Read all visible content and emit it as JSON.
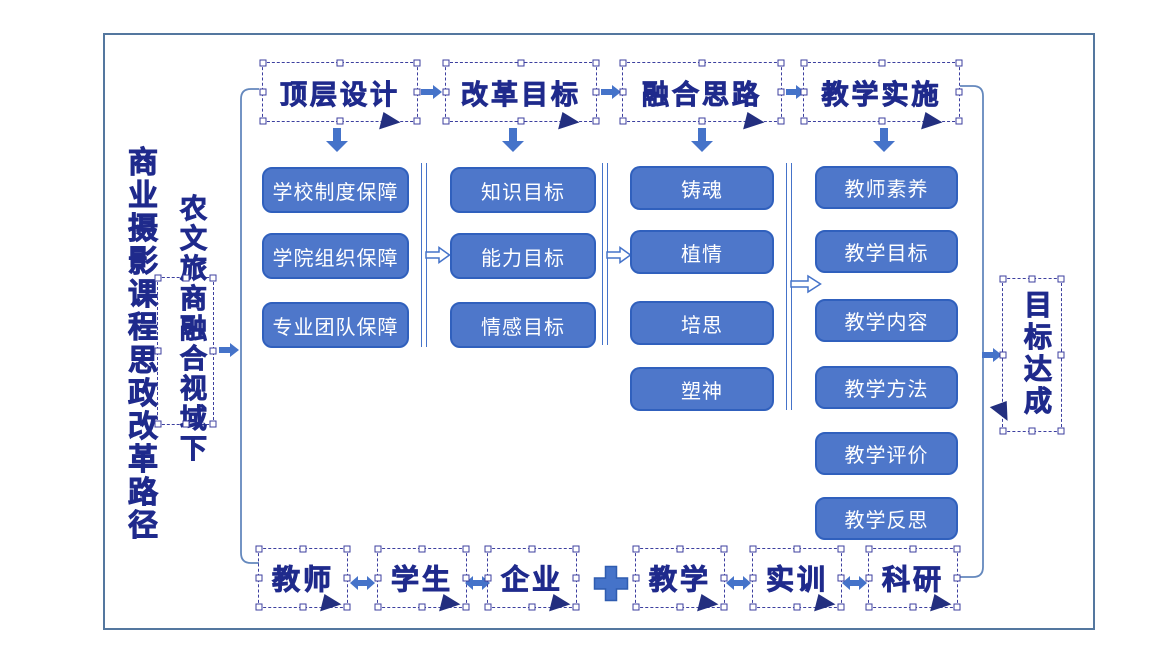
{
  "left_panel": {
    "main_title": "商业摄影课程思政改革路径",
    "sub_title": "农文旅商融合视域下"
  },
  "top_flow": [
    "顶层设计",
    "改革目标",
    "融合思路",
    "教学实施"
  ],
  "columns": {
    "guarantee": [
      "学校制度保障",
      "学院组织保障",
      "专业团队保障"
    ],
    "targets": [
      "知识目标",
      "能力目标",
      "情感目标"
    ],
    "ideas": [
      "铸魂",
      "植情",
      "培思",
      "塑神"
    ],
    "teaching": [
      "教师素养",
      "教学目标",
      "教学内容",
      "教学方法",
      "教学评价",
      "教学反思"
    ]
  },
  "right_panel": {
    "goal_label": "目标达成"
  },
  "bottom_flow": {
    "community": [
      "教师",
      "学生",
      "企业"
    ],
    "practice": [
      "教学",
      "实训",
      "科研"
    ]
  },
  "icons": {
    "selection_cursor": "▶",
    "flow_arrow": "→",
    "down_arrow": "↓",
    "double_arrow": "↔",
    "plus_sign": "+"
  },
  "colors": {
    "accent_blue": "#4573c9",
    "box_fill": "#4e77ca",
    "box_border": "#3060bd",
    "title_navy": "#1f2a8c",
    "selection_dash": "#3c3f9f",
    "frame_border": "#54779f"
  }
}
